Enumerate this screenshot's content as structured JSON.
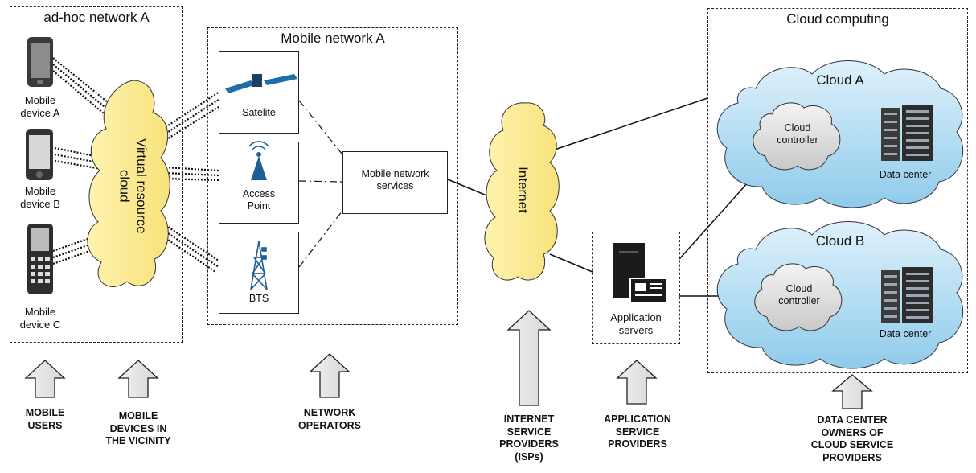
{
  "adhoc": {
    "title": "ad-hoc network A",
    "devices": [
      {
        "line1": "Mobile",
        "line2": "device A"
      },
      {
        "line1": "Mobile",
        "line2": "device B"
      },
      {
        "line1": "Mobile",
        "line2": "device C"
      }
    ],
    "virtual_cloud": {
      "line1": "Virtual resource",
      "line2": "cloud"
    }
  },
  "mobile_network": {
    "title": "Mobile network A",
    "satelite": "Satelite",
    "access_point": {
      "line1": "Access",
      "line2": "Point"
    },
    "bts": "BTS",
    "services": {
      "line1": "Mobile network",
      "line2": "services"
    }
  },
  "internet": "Internet",
  "app_servers": {
    "line1": "Application",
    "line2": "servers"
  },
  "cloud_computing": {
    "title": "Cloud computing",
    "cloud_a": {
      "title": "Cloud A",
      "controller1": "Cloud",
      "controller2": "controller",
      "datacenter": "Data center"
    },
    "cloud_b": {
      "title": "Cloud B",
      "controller1": "Cloud",
      "controller2": "controller",
      "datacenter": "Data center"
    }
  },
  "stakeholders": [
    {
      "lines": [
        "MOBILE",
        "USERS"
      ]
    },
    {
      "lines": [
        "MOBILE",
        "DEVICES IN",
        "THE VICINITY"
      ]
    },
    {
      "lines": [
        "NETWORK",
        "OPERATORS"
      ]
    },
    {
      "lines": [
        "INTERNET",
        "SERVICE",
        "PROVIDERS",
        "(ISPs)"
      ]
    },
    {
      "lines": [
        "APPLICATION",
        "SERVICE",
        "PROVIDERS"
      ]
    },
    {
      "lines": [
        "DATA CENTER",
        "OWNERS OF",
        "CLOUD SERVICE",
        "PROVIDERS"
      ]
    }
  ]
}
